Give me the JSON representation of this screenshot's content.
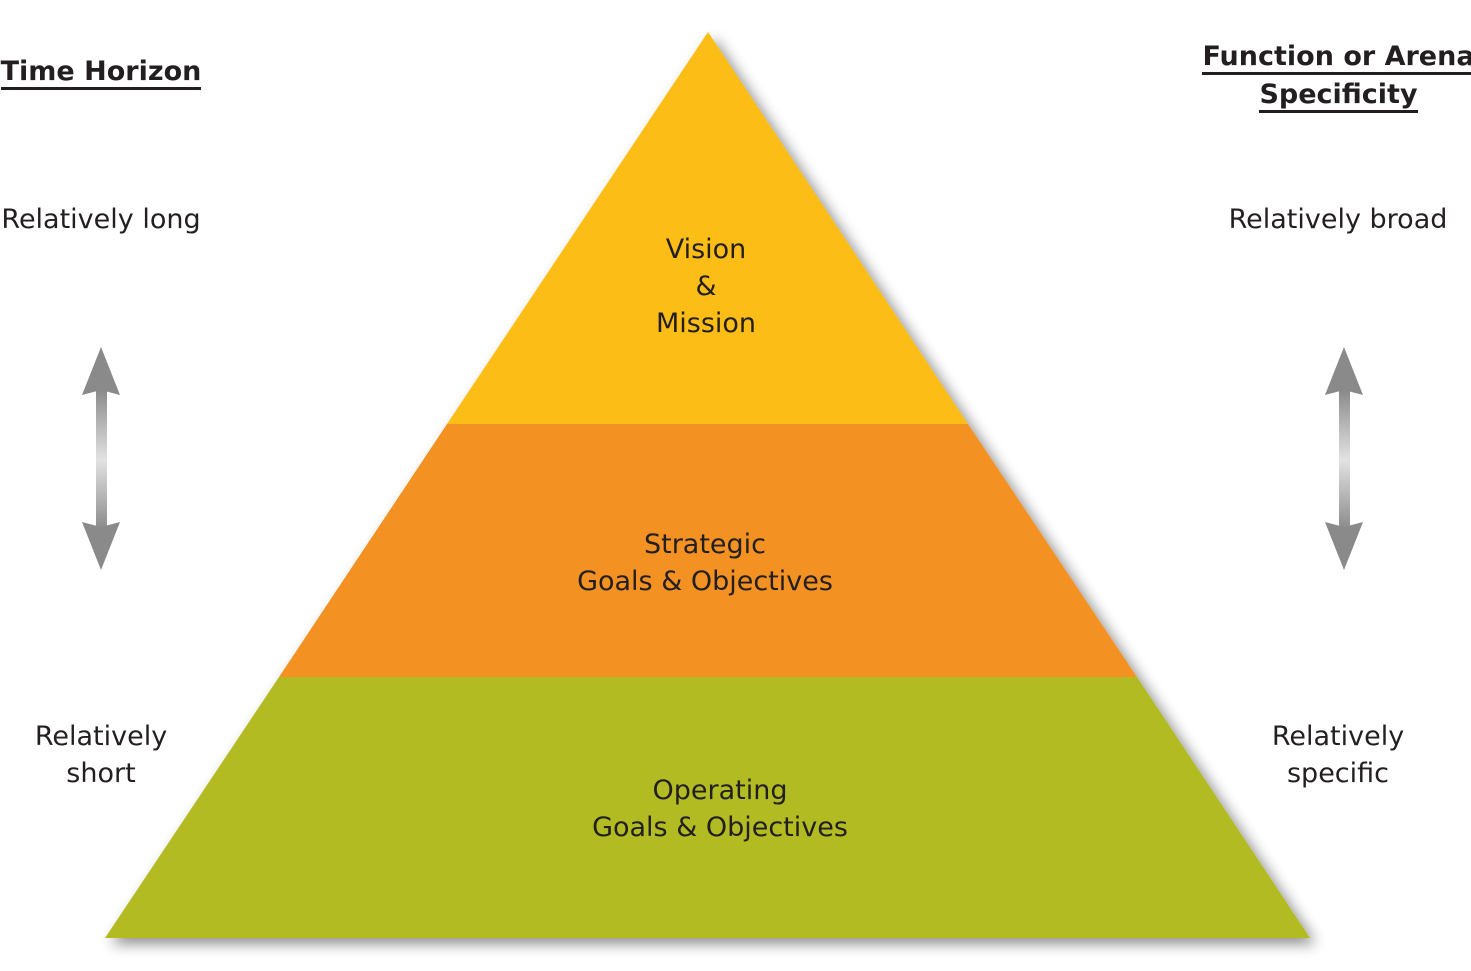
{
  "left_column": {
    "heading": "Time Horizon",
    "top_label": "Relatively long",
    "bottom_label": "Relatively\nshort"
  },
  "right_column": {
    "heading_line1": "Function or Arena",
    "heading_line2": "Specificity",
    "top_label": "Relatively broad",
    "bottom_label": "Relatively\nspecific"
  },
  "pyramid": {
    "levels": [
      {
        "label": "Vision\n&\nMission",
        "color": "#FBBD16"
      },
      {
        "label": "Strategic\nGoals & Objectives",
        "color": "#F39223"
      },
      {
        "label": "Operating\nGoals & Objectives",
        "color": "#B2BB23"
      }
    ]
  },
  "arrow_icon": "double-headed-vertical-arrow"
}
